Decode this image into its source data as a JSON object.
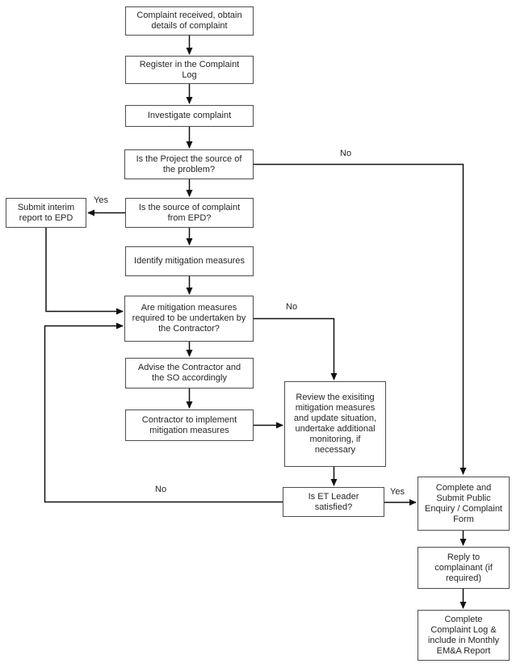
{
  "diagram_type": "flowchart",
  "colors": {
    "background": "#ffffff",
    "box_border": "#4d4d4d",
    "connector": "#111111",
    "text": "#262626"
  },
  "nodes": {
    "complaint_received": {
      "lines": [
        "Complaint received, obtain",
        "details of complaint"
      ]
    },
    "register_log": {
      "lines": [
        "Register in the Complaint",
        "Log"
      ]
    },
    "investigate_complaint": {
      "lines": [
        "Investigate complaint"
      ]
    },
    "project_source": {
      "lines": [
        "Is the Project the source of",
        "the problem?"
      ]
    },
    "source_from_epd": {
      "lines": [
        "Is the source of complaint",
        "from EPD?"
      ]
    },
    "submit_interim": {
      "lines": [
        "Submit interim",
        "report to EPD"
      ]
    },
    "identify_mitigation": {
      "lines": [
        "Identify mitigation measures"
      ]
    },
    "mitigation_required": {
      "lines": [
        "Are mitigation measures",
        "required to be undertaken by",
        "the Contractor?"
      ]
    },
    "advise_contractor": {
      "lines": [
        "Advise the Contractor and",
        "the SO accordingly"
      ]
    },
    "contractor_implement": {
      "lines": [
        "Contractor to implement",
        "mitigation measures"
      ]
    },
    "review_existing": {
      "lines": [
        "Review the exisiting",
        "mitigation measures",
        "and update situation,",
        "undertake additional",
        "monitoring, if",
        "necessary"
      ]
    },
    "et_satisfied": {
      "lines": [
        "Is ET Leader",
        "satisfied?"
      ]
    },
    "complete_form": {
      "lines": [
        "Complete and",
        "Submit Public",
        "Enquiry / Complaint",
        "Form"
      ]
    },
    "reply_complainant": {
      "lines": [
        "Reply to",
        "complainant (if",
        "required)"
      ]
    },
    "complete_log": {
      "lines": [
        "Complete",
        "Complaint Log &",
        "include in Monthly",
        "EM&A Report"
      ]
    }
  },
  "edge_labels": {
    "project_source_no": "No",
    "epd_yes": "Yes",
    "mitigation_no": "No",
    "et_leader_no": "No",
    "et_leader_yes": "Yes"
  },
  "edges": [
    {
      "from": "complaint_received",
      "to": "register_log"
    },
    {
      "from": "register_log",
      "to": "investigate_complaint"
    },
    {
      "from": "investigate_complaint",
      "to": "project_source"
    },
    {
      "from": "project_source",
      "to": "source_from_epd"
    },
    {
      "from": "project_source",
      "to": "complete_form",
      "label": "No"
    },
    {
      "from": "source_from_epd",
      "to": "submit_interim",
      "label": "Yes"
    },
    {
      "from": "source_from_epd",
      "to": "identify_mitigation"
    },
    {
      "from": "submit_interim",
      "to": "mitigation_required"
    },
    {
      "from": "identify_mitigation",
      "to": "mitigation_required"
    },
    {
      "from": "mitigation_required",
      "to": "advise_contractor"
    },
    {
      "from": "mitigation_required",
      "to": "review_existing",
      "label": "No"
    },
    {
      "from": "advise_contractor",
      "to": "contractor_implement"
    },
    {
      "from": "contractor_implement",
      "to": "review_existing"
    },
    {
      "from": "review_existing",
      "to": "et_satisfied"
    },
    {
      "from": "et_satisfied",
      "to": "mitigation_required",
      "label": "No"
    },
    {
      "from": "et_satisfied",
      "to": "complete_form",
      "label": "Yes"
    },
    {
      "from": "complete_form",
      "to": "reply_complainant"
    },
    {
      "from": "reply_complainant",
      "to": "complete_log"
    }
  ]
}
